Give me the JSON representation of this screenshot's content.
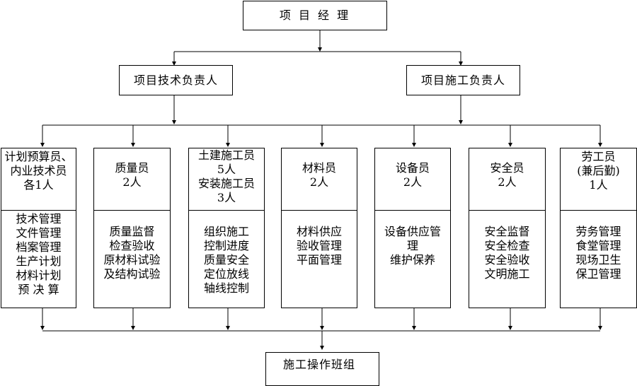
{
  "manager": "项 目 经 理",
  "tech_lead": "项目技术负责人",
  "construction_lead": "项目施工负责人",
  "roles": [
    {
      "header": [
        "计划预算员、",
        "内业技术员",
        "各1人"
      ],
      "duties": [
        "技术管理",
        "文件管理",
        "档案管理",
        "生产计划",
        "材料计划",
        "预 决 算"
      ]
    },
    {
      "header": [
        "质量员",
        "2人"
      ],
      "duties": [
        "质量监督",
        "检查验收",
        "原材料试验",
        "及结构试验"
      ]
    },
    {
      "header": [
        "土建施工员",
        "5人",
        "安装施工员",
        "3人"
      ],
      "duties": [
        "组织施工",
        "控制进度",
        "质量安全",
        "定位放线",
        "轴线控制"
      ]
    },
    {
      "header": [
        "材料员",
        "2人"
      ],
      "duties": [
        "材料供应",
        "验收管理",
        "平面管理"
      ]
    },
    {
      "header": [
        "设备员",
        "2人"
      ],
      "duties": [
        "设备供应管",
        "理",
        "维护保养"
      ]
    },
    {
      "header": [
        "安全员",
        "2人"
      ],
      "duties": [
        "安全监督",
        "安全检查",
        "安全验收",
        "文明施工"
      ]
    },
    {
      "header": [
        "劳工员",
        "(兼后勤)",
        "1人"
      ],
      "duties": [
        "劳务管理",
        "食堂管理",
        "现场卫生",
        "保卫管理"
      ]
    }
  ],
  "team": "施工操作班组"
}
